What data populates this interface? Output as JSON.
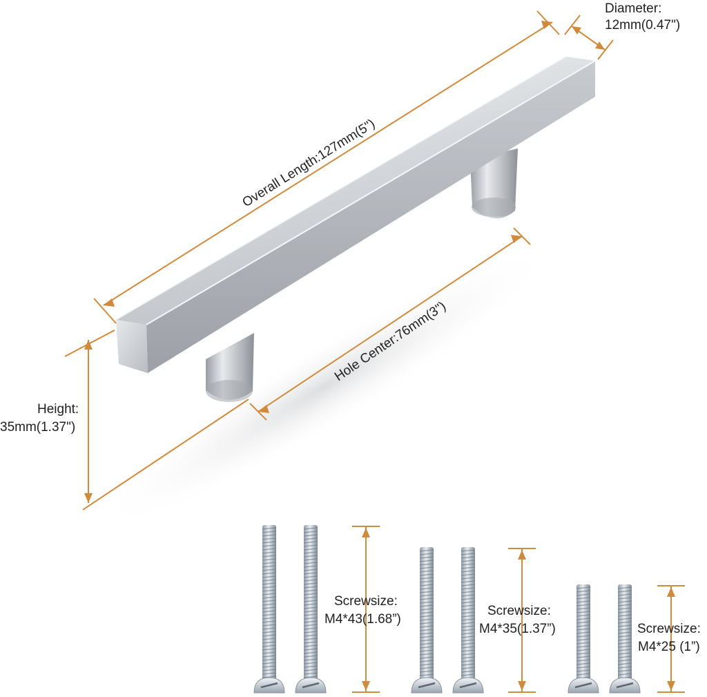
{
  "accent_color": "#d08a3c",
  "metal_color": "#c9cbcf",
  "dimensions": {
    "diameter": {
      "label": "Diameter:",
      "value": "12mm(0.47\")"
    },
    "overall_length": {
      "label": "Overall Length:127mm(5\")"
    },
    "hole_center": {
      "label": "Hole Center:76mm(3\")"
    },
    "height": {
      "label": "Height:",
      "value": "35mm(1.37\")"
    }
  },
  "screws": [
    {
      "label": "Screwsize:",
      "value": "M4*43(1.68”)"
    },
    {
      "label": "Screwsize:",
      "value": "M4*35(1.37”)"
    },
    {
      "label": "Screwsize:",
      "value": "M4*25 (1”)"
    }
  ]
}
